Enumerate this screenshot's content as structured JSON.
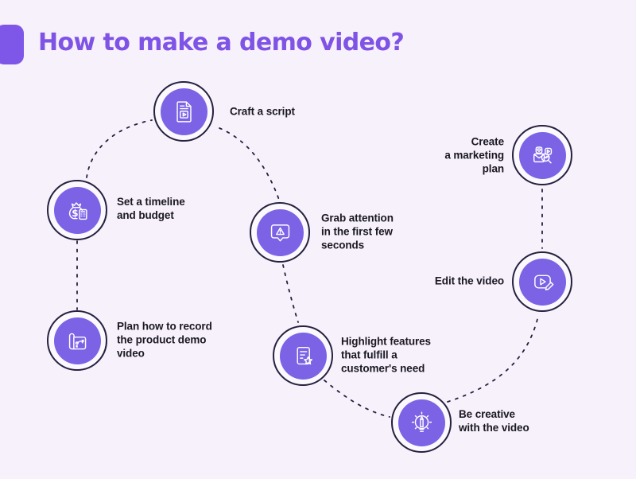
{
  "title": "How to make a demo video?",
  "colors": {
    "background": "#f6f1fa",
    "title_text": "#7e53e6",
    "accent_bar": "#7e57e8",
    "circle_fill": "#7c63e6",
    "circle_ring": "#27203f",
    "connector_line": "#27203f",
    "label_text": "#1b1824",
    "icon_stroke": "#ffffff"
  },
  "nodes": [
    {
      "label": "Craft a script",
      "icon": "script-document-icon"
    },
    {
      "label": "Set a timeline\nand budget",
      "icon": "money-budget-icon"
    },
    {
      "label": "Plan how to record\nthe product demo\nvideo",
      "icon": "map-plan-icon"
    },
    {
      "label": "Grab attention\nin the first few\nseconds",
      "icon": "alert-bubble-icon"
    },
    {
      "label": "Highlight features\nthat fulfill a\ncustomer's need",
      "icon": "document-star-icon"
    },
    {
      "label": "Be creative\nwith the video",
      "icon": "bulb-pencil-icon"
    },
    {
      "label": "Edit the video",
      "icon": "video-edit-icon"
    },
    {
      "label": "Create\na marketing\nplan",
      "icon": "marketing-search-icon"
    }
  ],
  "connections": [
    {
      "from": "Set a timeline and budget",
      "to": "Craft a script"
    },
    {
      "from": "Set a timeline and budget",
      "to": "Plan how to record the product demo video"
    },
    {
      "from": "Craft a script",
      "to": "Grab attention in the first few seconds"
    },
    {
      "from": "Grab attention in the first few seconds",
      "to": "Highlight features that fulfill a customer's need"
    },
    {
      "from": "Highlight features that fulfill a customer's need",
      "to": "Be creative with the video"
    },
    {
      "from": "Be creative with the video",
      "to": "Edit the video"
    },
    {
      "from": "Edit the video",
      "to": "Create a marketing plan"
    }
  ]
}
